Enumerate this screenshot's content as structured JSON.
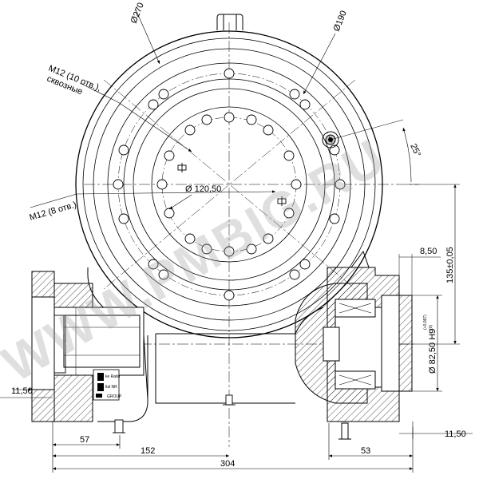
{
  "drawing": {
    "dimensions": {
      "d270": "Ø270",
      "d190": "Ø190",
      "d120": "Ø 120,50",
      "angle25": "25°",
      "m12_through_line1": "M12 (10 отв.),",
      "m12_through_line2": "сквозные",
      "m12_8": "M12 (8 отв.)",
      "d8_50": "8,50",
      "d135": "135±0,05",
      "bore": "Ø 82,50 H9",
      "bore_tol_upper": "(+0,087)",
      "bore_tol_lower": "(0)",
      "d11_50_left": "11,50",
      "d11_50_right": "11,50",
      "d57": "57",
      "d152": "152",
      "d304": "304",
      "d53": "53"
    },
    "nameplate": {
      "line1": "ke Ratio",
      "line2": "lial NR",
      "brand": "GROUP"
    },
    "watermark": "WWW.PMBIG.RU"
  }
}
